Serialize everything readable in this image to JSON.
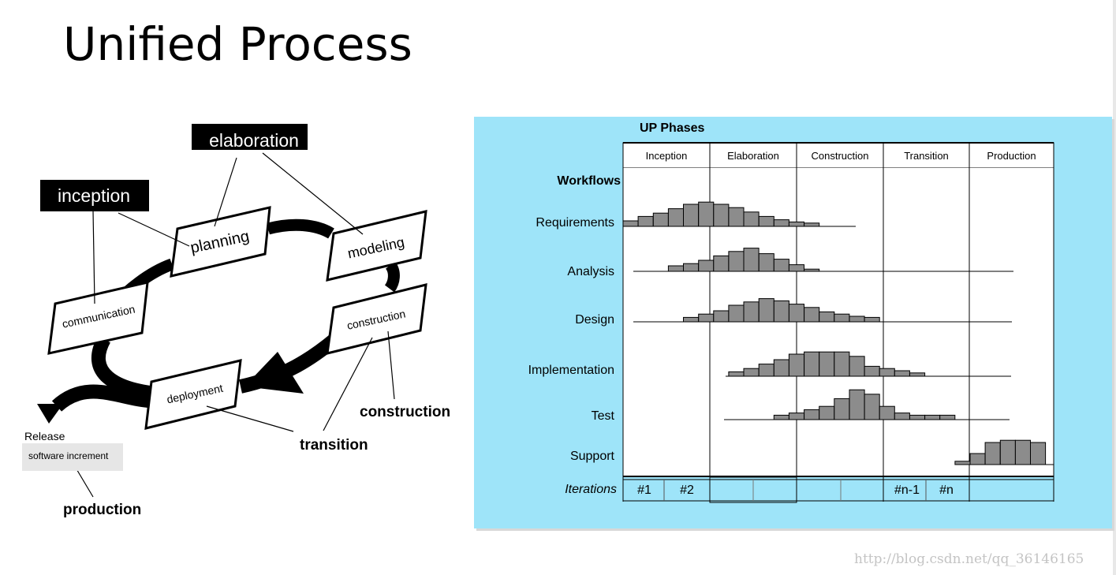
{
  "title": "Unified Process",
  "cycle": {
    "phase_labels": {
      "inception": "inception",
      "elaboration": "elaboration",
      "construction": "construction",
      "transition": "transition",
      "production": "production"
    },
    "activities": {
      "communication": "communication",
      "planning": "planning",
      "modeling": "modeling",
      "construction": "construction",
      "deployment": "deployment"
    },
    "release_label": "Release",
    "release_box": "software increment"
  },
  "up_chart": {
    "title": "UP Phases",
    "workflows_label": "Workflows",
    "phases": [
      "Inception",
      "Elaboration",
      "Construction",
      "Transition",
      "Production"
    ],
    "workflows": [
      "Requirements",
      "Analysis",
      "Design",
      "Implementation",
      "Test",
      "Support"
    ],
    "iterations_label": "Iterations",
    "iterations": [
      "#1",
      "#2",
      "#n-1",
      "#n"
    ]
  },
  "chart_data": {
    "type": "histogram",
    "title": "UP Phases",
    "x_categories": [
      "Inception",
      "Elaboration",
      "Construction",
      "Transition",
      "Production"
    ],
    "bins_per_phase": 5.75,
    "series": [
      {
        "name": "Requirements",
        "start_bin": 0,
        "values": [
          0.25,
          0.45,
          0.6,
          0.8,
          1.0,
          1.1,
          1.0,
          0.85,
          0.65,
          0.45,
          0.3,
          0.2,
          0.15
        ]
      },
      {
        "name": "Analysis",
        "start_bin": 3,
        "values": [
          0.25,
          0.35,
          0.5,
          0.7,
          0.9,
          1.05,
          0.8,
          0.55,
          0.3,
          0.1
        ]
      },
      {
        "name": "Design",
        "start_bin": 4,
        "values": [
          0.2,
          0.35,
          0.5,
          0.75,
          0.9,
          1.05,
          0.95,
          0.8,
          0.65,
          0.45,
          0.35,
          0.25,
          0.2
        ]
      },
      {
        "name": "Implementation",
        "start_bin": 7,
        "values": [
          0.2,
          0.35,
          0.55,
          0.75,
          1.0,
          1.1,
          1.1,
          1.1,
          0.9,
          0.45,
          0.35,
          0.25,
          0.15
        ]
      },
      {
        "name": "Test",
        "start_bin": 10,
        "values": [
          0.2,
          0.3,
          0.45,
          0.6,
          0.95,
          1.35,
          1.15,
          0.6,
          0.3,
          0.2,
          0.2,
          0.2
        ]
      },
      {
        "name": "Support",
        "start_bin": 22,
        "values": [
          0.15,
          0.5,
          1.0,
          1.1,
          1.1,
          1.0
        ]
      }
    ]
  },
  "watermark": "http://blog.csdn.net/qq_36146165"
}
